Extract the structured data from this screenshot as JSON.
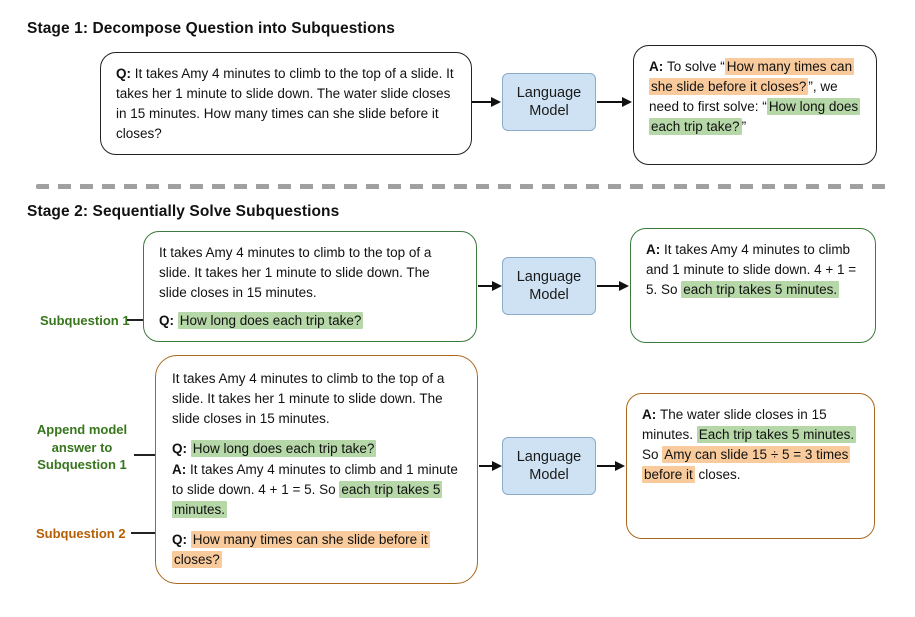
{
  "colors": {
    "highlight_green": "#b6d7a8",
    "highlight_orange": "#f9cb9c",
    "lm_fill": "#cfe2f3",
    "lm_border": "#8bacc8",
    "green_border": "#3d7a3d",
    "orange_border": "#a8691e",
    "green_label": "#38761d",
    "orange_label": "#b45f06",
    "divider_gray": "#a0a0a0"
  },
  "common": {
    "language_model_label": "Language Model"
  },
  "stage1": {
    "title": "Stage 1: Decompose Question into Subquestions",
    "question_box": [
      {
        "t": "Q: ",
        "s": "b"
      },
      {
        "t": "It takes Amy 4 minutes to climb to the top of a slide. It takes her 1 minute to slide down. The water slide closes in 15 minutes. How many times can she slide before it closes?"
      }
    ],
    "answer_box": [
      {
        "t": "A: ",
        "s": "b"
      },
      {
        "t": "To solve “"
      },
      {
        "t": "How many times can she slide before it closes?",
        "s": "o"
      },
      {
        "t": "”, we need to first solve: “"
      },
      {
        "t": "How long does each trip take?",
        "s": "g"
      },
      {
        "t": "”"
      }
    ]
  },
  "stage2": {
    "title": "Stage 2: Sequentially Solve Subquestions",
    "sub1_question_box": {
      "p1": [
        {
          "t": "It takes Amy 4 minutes to climb to the top of a slide. It takes her 1 minute to slide down. The slide closes in 15 minutes."
        }
      ],
      "p2": [
        {
          "t": "Q: ",
          "s": "b"
        },
        {
          "t": "How long does each trip take?",
          "s": "g"
        }
      ]
    },
    "sub1_answer_box": {
      "p1": [
        {
          "t": "A: ",
          "s": "b"
        },
        {
          "t": "It takes Amy 4 minutes to climb and 1 minute to slide down. 4 + 1 = 5. So "
        },
        {
          "t": "each trip takes 5 minutes.",
          "s": "g"
        }
      ]
    },
    "sub2_question_box": {
      "p1": [
        {
          "t": "It takes Amy 4 minutes to climb to the top of a slide. It takes her 1 minute to slide down. The slide closes in 15 minutes."
        }
      ],
      "p2": [
        {
          "t": "Q: ",
          "s": "b"
        },
        {
          "t": "How long does each trip take?",
          "s": "g"
        }
      ],
      "p3": [
        {
          "t": "A: ",
          "s": "b"
        },
        {
          "t": "It takes Amy 4 minutes to climb and 1 minute to slide down. 4 + 1 = 5. So "
        },
        {
          "t": "each trip takes 5 minutes.",
          "s": "g"
        }
      ],
      "p4": [
        {
          "t": "Q: ",
          "s": "b"
        },
        {
          "t": "How many times can she slide before it closes?",
          "s": "o"
        }
      ]
    },
    "sub2_answer_box": {
      "p1": [
        {
          "t": "A: ",
          "s": "b"
        },
        {
          "t": "The water slide closes in 15 minutes. "
        },
        {
          "t": "Each trip takes 5 minutes.",
          "s": "g"
        },
        {
          "t": " So "
        },
        {
          "t": "Amy can slide 15 ÷ 5 = 3 times before it",
          "s": "o"
        },
        {
          "t": " closes."
        }
      ]
    }
  },
  "labels": {
    "subquestion1": "Subquestion 1",
    "append_answer": "Append model answer to Subquestion 1",
    "subquestion2": "Subquestion 2"
  }
}
